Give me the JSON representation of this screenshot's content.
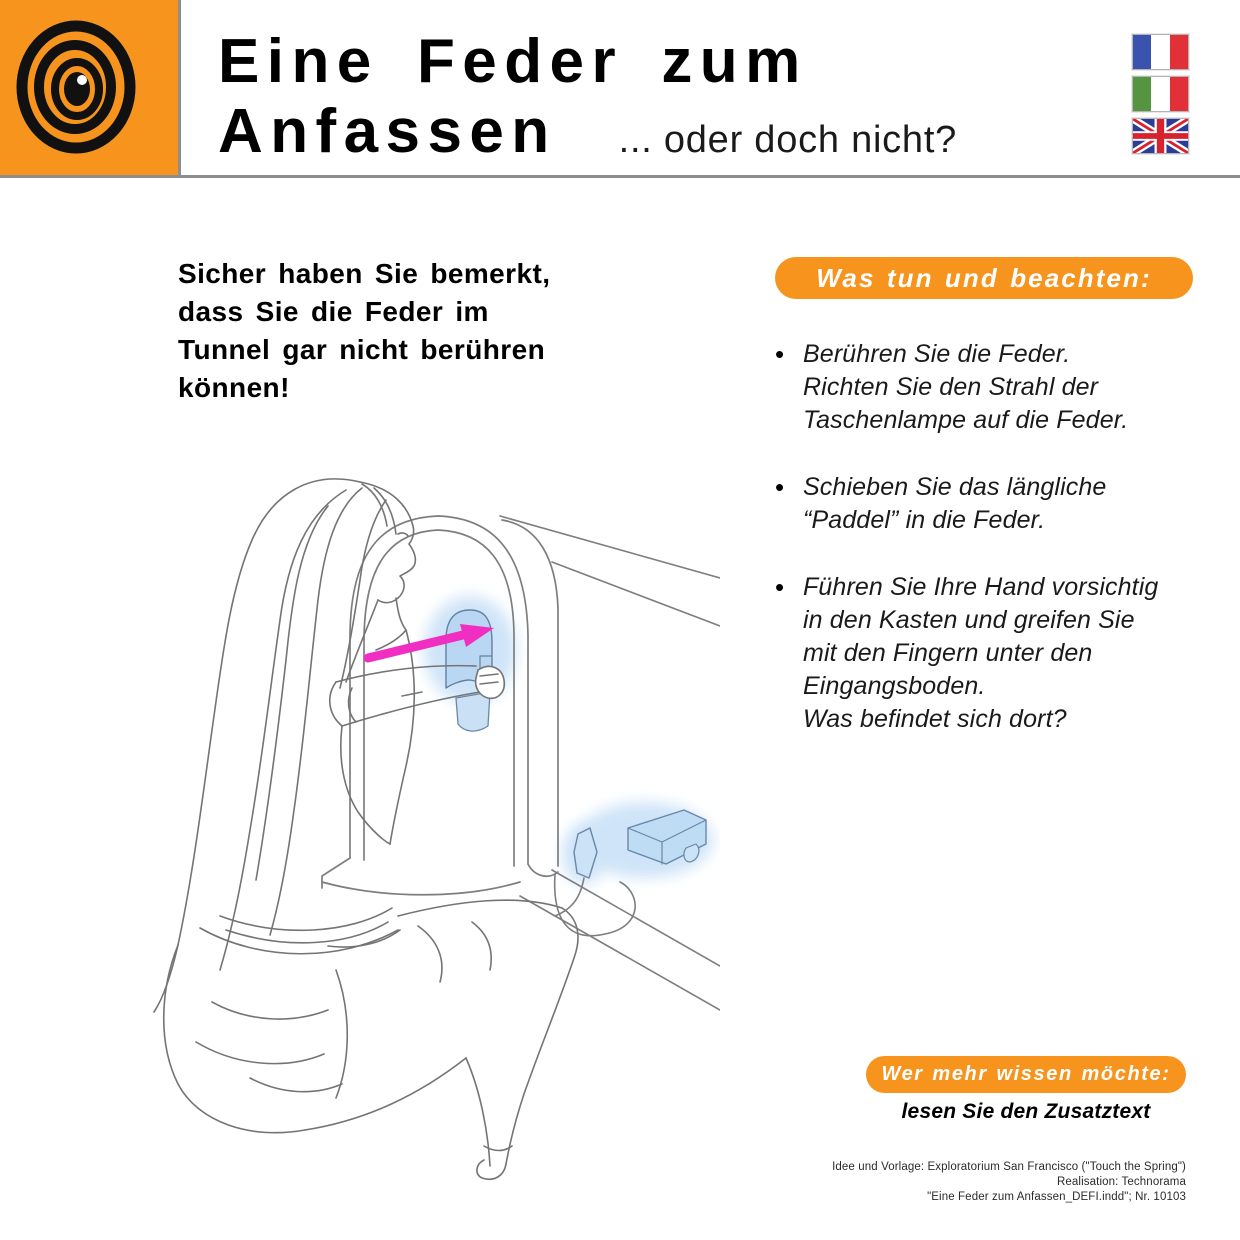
{
  "header": {
    "title_line1": "Eine Feder zum",
    "title_line2": "Anfassen",
    "subtitle": "... oder doch nicht?",
    "logo_icon": "concentric-circles-eye-logo",
    "flags": [
      "france-flag",
      "italy-flag",
      "uk-flag"
    ]
  },
  "intro": {
    "lines": [
      "Sicher haben Sie bemerkt,",
      "dass Sie die Feder im",
      "Tunnel gar nicht berühren",
      "können!"
    ]
  },
  "instructions": {
    "header": "Was tun und beachten:",
    "bullet_icon": "•",
    "bullets": [
      {
        "lines": [
          "Berühren Sie die Feder.",
          "Richten Sie den Strahl der",
          "Taschenlampe auf die Feder."
        ]
      },
      {
        "lines": [
          "Schieben Sie das längliche",
          "“Paddel” in die Feder."
        ]
      },
      {
        "lines": [
          "Führen Sie Ihre Hand vorsichtig",
          "in den Kasten und greifen Sie",
          "mit den Fingern unter den",
          "Eingangsboden.",
          "Was befindet sich dort?"
        ]
      }
    ]
  },
  "more": {
    "header": "Wer mehr wissen möchte:",
    "text": "lesen Sie den Zusatztext"
  },
  "credits": {
    "lines": [
      "Idee und Vorlage: Exploratorium San Francisco (\"Touch the Spring\")",
      "Realisation: Technorama",
      "\"Eine Feder zum Anfassen_DEFI.indd\"; Nr. 10103"
    ]
  },
  "illustration": {
    "arrow_icon": "magenta-arrow",
    "highlights": [
      "spring-in-tunnel",
      "flashlight",
      "paddle-holder"
    ]
  },
  "colors": {
    "accent_orange": "#F7941E",
    "arrow_magenta": "#F02FC2",
    "highlight_blue": "#BFDCF5",
    "sketch_gray": "#7e7e7e"
  }
}
